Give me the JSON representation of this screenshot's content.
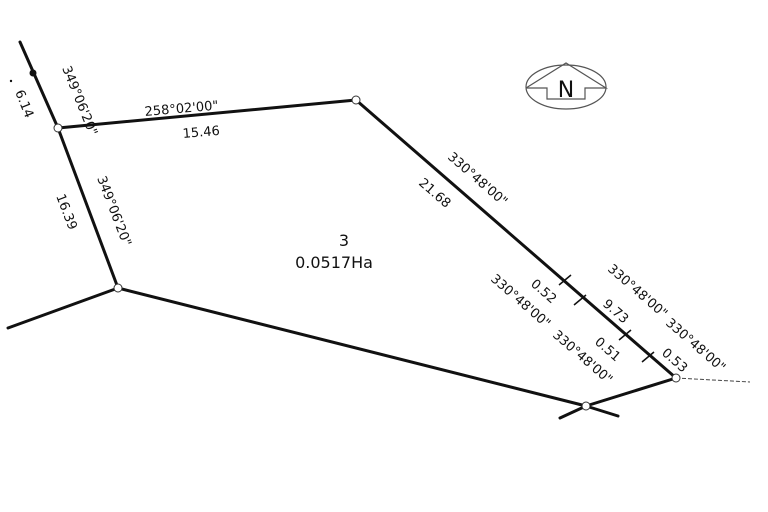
{
  "parcel": {
    "number": "3",
    "area": "0.0517Ha"
  },
  "north_arrow": {
    "label": "N"
  },
  "labels": {
    "left_top_bearing": "349°06'20\"",
    "left_top_distance": "6.14",
    "top_bearing": "258°02'00\"",
    "top_distance": "15.46",
    "left_bearing": "349°06'20\"",
    "left_distance": "16.39",
    "right_bearing": "330°48'00\"",
    "right_distance": "21.68",
    "seg1_bearing": "330°48'00\"",
    "seg1_distance": "0.52",
    "seg2_bearing": "330°48'00\"",
    "seg2_distance": "9.73",
    "seg3_bearing": "330°48'00\"",
    "seg3_distance": "0.51",
    "seg4_bearing": "330°48'00\"",
    "seg4_distance": "0.53"
  },
  "colors": {
    "line": "#111111",
    "background": "#ffffff"
  }
}
